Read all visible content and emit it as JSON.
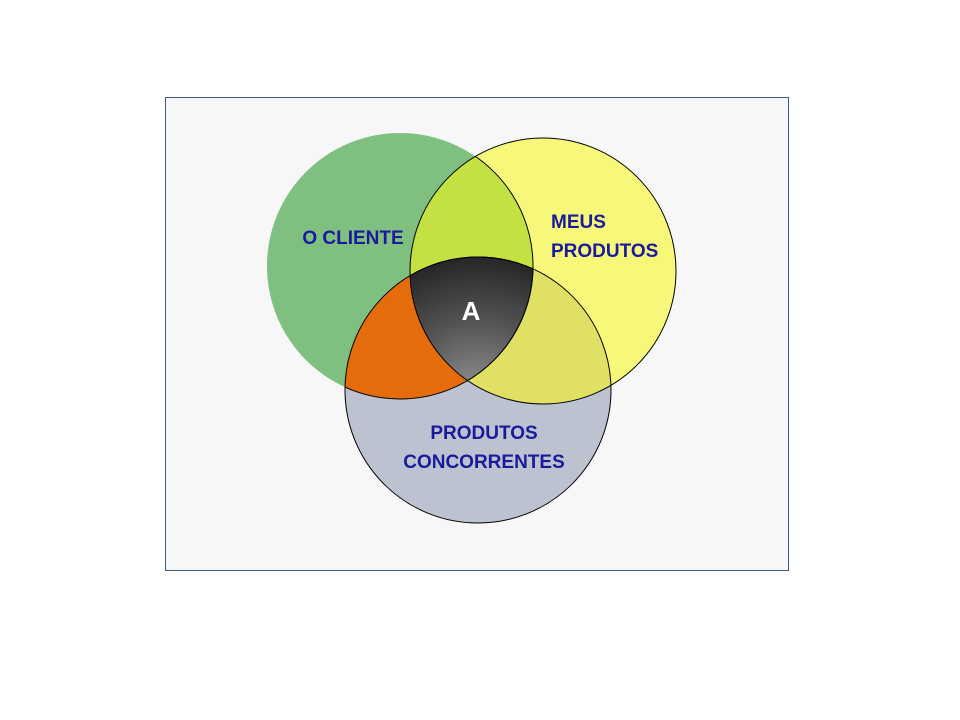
{
  "diagram": {
    "sets": [
      {
        "id": "cliente",
        "label": "O CLIENTE",
        "color": "#7fbf7f"
      },
      {
        "id": "meus",
        "label_lines": [
          "MEUS",
          "PRODUTOS"
        ],
        "color": "#f7f77a"
      },
      {
        "id": "concorrentes",
        "label_lines": [
          "PRODUTOS",
          "CONCORRENTES"
        ],
        "color": "#bcc2d0"
      }
    ],
    "intersections": {
      "cliente_meus": "#c4e142",
      "cliente_concorrentes": "#e46c0a",
      "meus_concorrentes": "#e0e064",
      "all": {
        "label": "A",
        "color": "#555555"
      }
    },
    "label_color": "#1a1a9c",
    "frame_background": "#f7f7f7",
    "frame_border": "#3f5a86"
  }
}
